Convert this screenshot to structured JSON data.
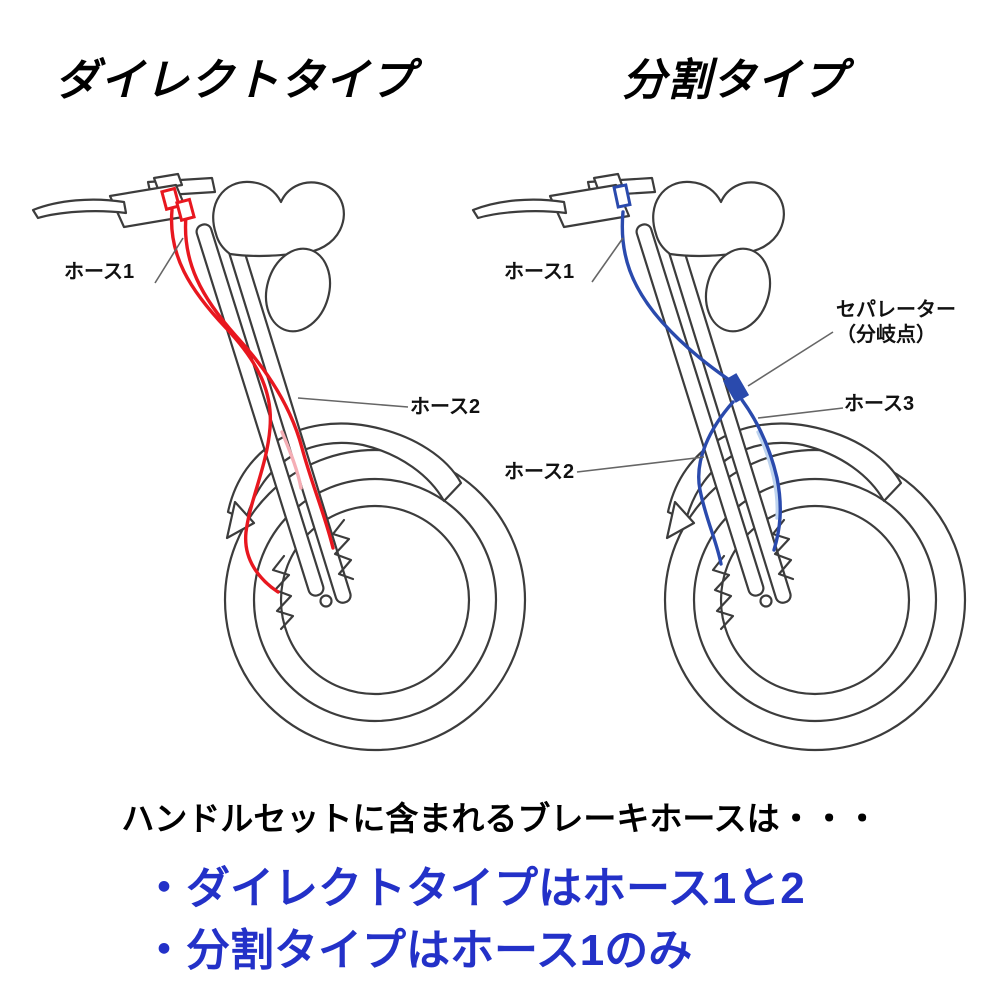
{
  "titles": {
    "direct": "ダイレクトタイプ",
    "split": "分割タイプ"
  },
  "labels": {
    "direct": {
      "hose1": "ホース1",
      "hose2": "ホース2"
    },
    "split": {
      "hose1": "ホース1",
      "separator_line1": "セパレーター",
      "separator_line2": "（分岐点）",
      "hose3": "ホース3",
      "hose2": "ホース2"
    }
  },
  "footer": {
    "intro": "ハンドルセットに含まれるブレーキホースは・・・",
    "bullet_direct": "・ダイレクトタイプはホース1と2",
    "bullet_split": "・分割タイプはホース1のみ"
  },
  "colors": {
    "hose_red": "#e8171f",
    "hose_red_light": "#f5aeb5",
    "hose_blue": "#2a4aad",
    "hose_blue_light": "#bdd3ef",
    "text_blue": "#2331c8",
    "line_dark": "#3c3c3c"
  }
}
